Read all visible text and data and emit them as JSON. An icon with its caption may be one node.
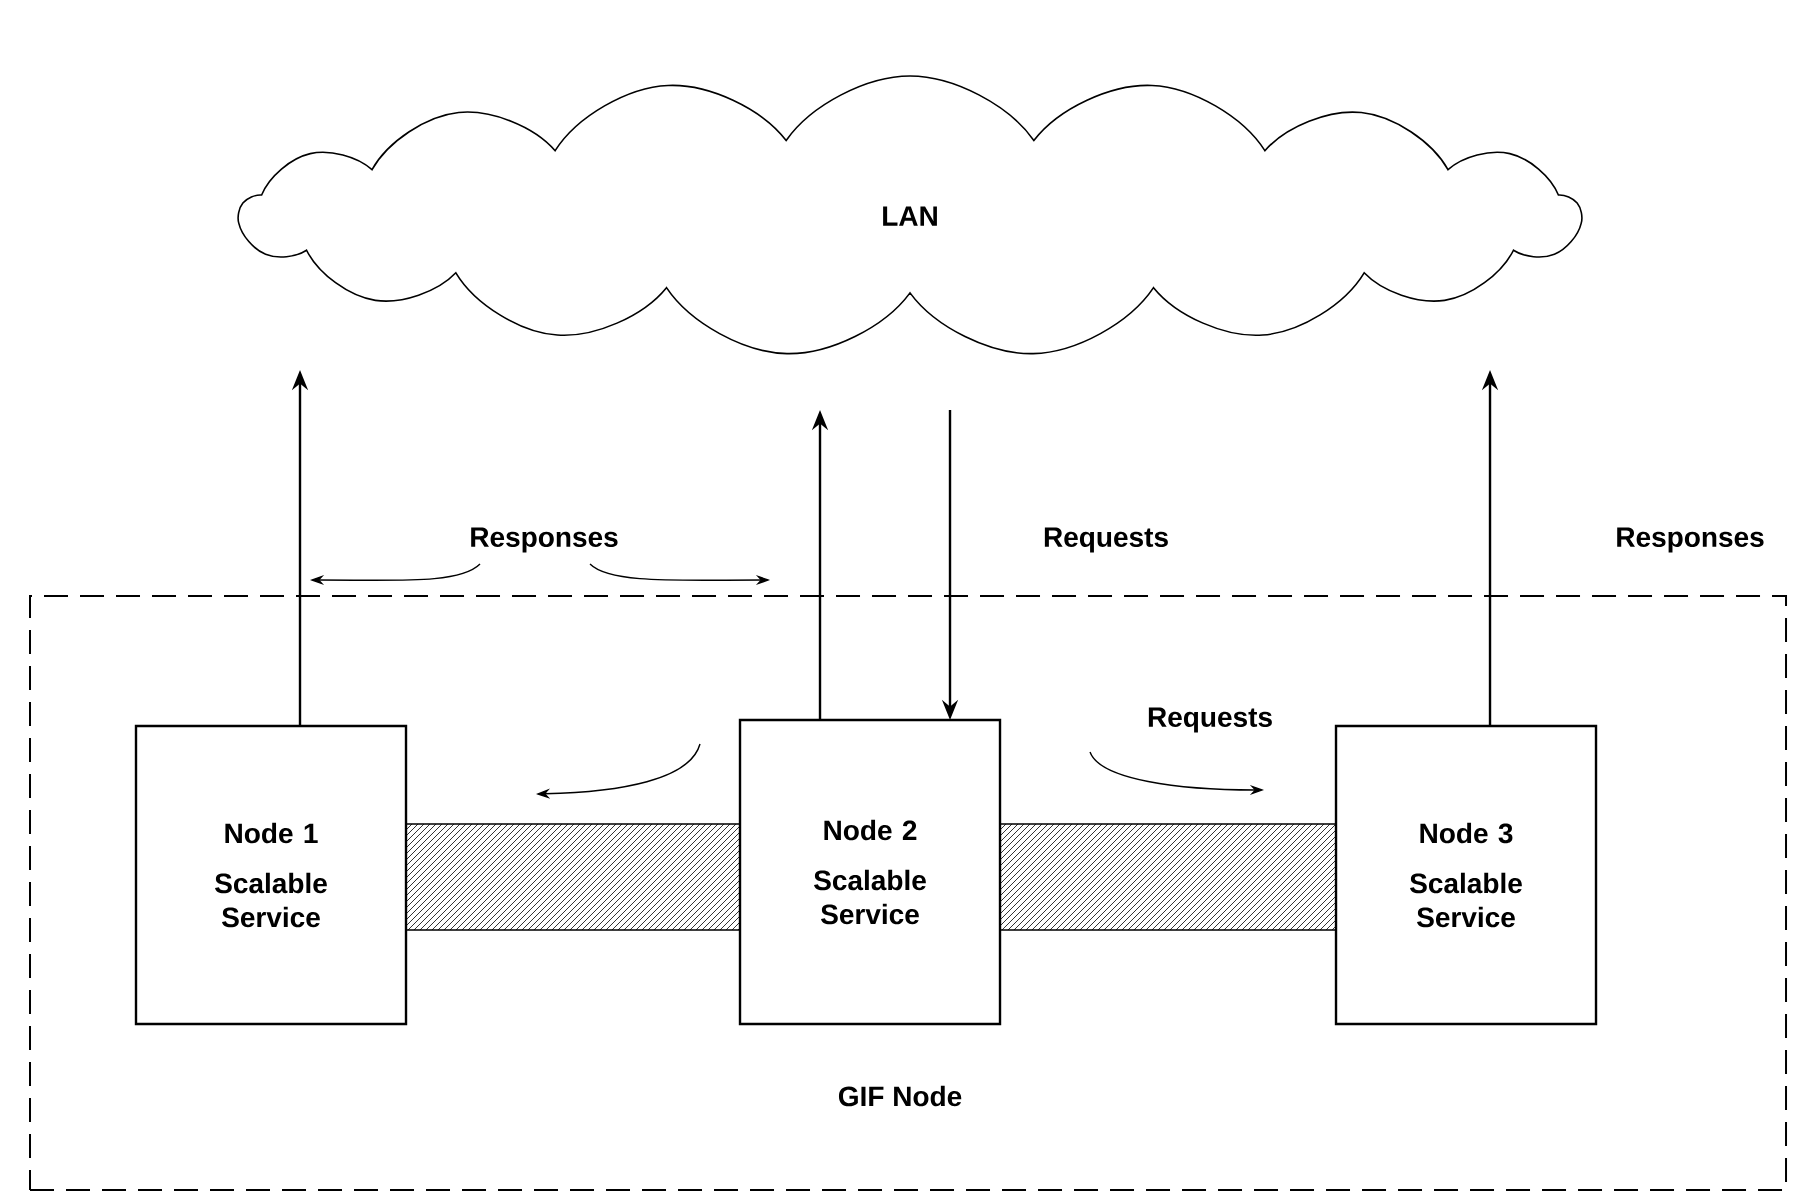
{
  "diagram": {
    "nodes": [
      {
        "text": [
          "LAN"
        ]
      },
      {
        "text": [
          "GIF Node"
        ]
      },
      {
        "text": [
          "Node 1",
          "Scalable Service"
        ],
        "in": 1
      },
      {
        "text": [
          "Node 2",
          "Scalable Service"
        ],
        "in": 1
      },
      {
        "text": [
          "Node 3",
          "Scalable Service"
        ],
        "in": 1
      },
      {
        "text": [],
        "shape": "bar",
        "in": 1
      },
      {
        "text": [],
        "shape": "bar",
        "in": 1
      }
    ],
    "edges": [
      {
        "from": 2,
        "to": 0,
        "arrow": "to"
      },
      {
        "from": 3,
        "to": 0,
        "arrow": "to"
      },
      {
        "from": 0,
        "to": 3,
        "arrow": "to",
        "label": "Requests"
      },
      {
        "from": 4,
        "to": 0,
        "arrow": "to",
        "label": "Responses"
      }
    ],
    "labels": [
      "Responses",
      "Requests"
    ]
  }
}
